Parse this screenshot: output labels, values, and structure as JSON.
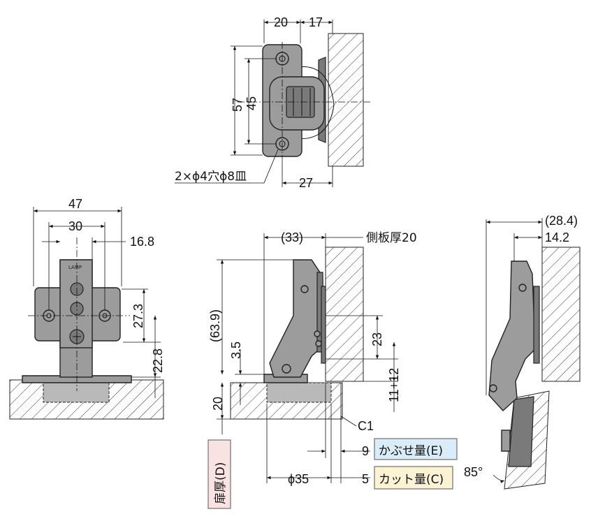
{
  "top_view": {
    "dim_20": "20",
    "dim_17": "17",
    "dim_57": "57",
    "dim_45": "45",
    "dim_27": "27",
    "hole_note": "2×ϕ4穴ϕ8皿"
  },
  "front_view": {
    "dim_47": "47",
    "dim_30": "30",
    "dim_16_8": "16.8",
    "dim_27_3": "27.3",
    "dim_22_8": "22.8"
  },
  "side_view": {
    "dim_33": "(33)",
    "panel_thickness": "側板厚20",
    "dim_63_9": "(63.9)",
    "dim_3_5": "3.5",
    "dim_23": "23",
    "dim_12": "11+12",
    "dim_11": "11",
    "dim_20": "20",
    "c1": "C1",
    "dim_9": "9",
    "dim_5": "5",
    "dim_phi35": "ϕ35",
    "overlay_label": "かぶせ量(E)",
    "cut_label": "カット量(C)",
    "door_thickness_label": "扉厚(D)",
    "overlay_color": "#d9ecf7",
    "cut_color": "#fbf3d3",
    "door_color": "#f8e2e2"
  },
  "open_view": {
    "dim_28_4": "(28.4)",
    "dim_14_2": "14.2",
    "angle": "85°"
  }
}
